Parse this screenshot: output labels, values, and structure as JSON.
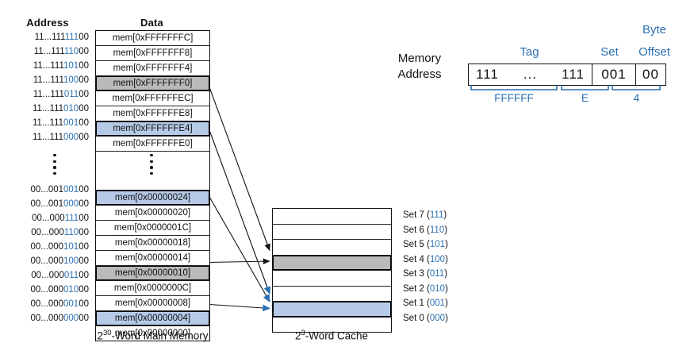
{
  "colors": {
    "accent_blue": "#2b70b4",
    "row_blue": "#b6c9e7",
    "row_gray": "#bababa"
  },
  "headers": {
    "address": "Address",
    "data": "Data"
  },
  "memory": {
    "caption_base": "2",
    "caption_exp": "30",
    "caption_rest": "-Word Main Memory",
    "rows": [
      {
        "pre": "11...111",
        "set": "111",
        "off": "00",
        "data": "mem[0xFFFFFFFC]",
        "hl": ""
      },
      {
        "pre": "11...111",
        "set": "110",
        "off": "00",
        "data": "mem[0xFFFFFFF8]",
        "hl": ""
      },
      {
        "pre": "11...111",
        "set": "101",
        "off": "00",
        "data": "mem[0xFFFFFFF4]",
        "hl": ""
      },
      {
        "pre": "11...111",
        "set": "100",
        "off": "00",
        "data": "mem[0xFFFFFFF0]",
        "hl": "gray"
      },
      {
        "pre": "11...111",
        "set": "011",
        "off": "00",
        "data": "mem[0xFFFFFFEC]",
        "hl": ""
      },
      {
        "pre": "11...111",
        "set": "010",
        "off": "00",
        "data": "mem[0xFFFFFFE8]",
        "hl": ""
      },
      {
        "pre": "11...111",
        "set": "001",
        "off": "00",
        "data": "mem[0xFFFFFFE4]",
        "hl": "blue"
      },
      {
        "pre": "11...111",
        "set": "000",
        "off": "00",
        "data": "mem[0xFFFFFFE0]",
        "hl": ""
      },
      {
        "pre": "00...001",
        "set": "001",
        "off": "00",
        "data": "mem[0x00000024]",
        "hl": "blue"
      },
      {
        "pre": "00...001",
        "set": "000",
        "off": "00",
        "data": "mem[0x00000020]",
        "hl": ""
      },
      {
        "pre": "00...000",
        "set": "111",
        "off": "00",
        "data": "mem[0x0000001C]",
        "hl": ""
      },
      {
        "pre": "00...000",
        "set": "110",
        "off": "00",
        "data": "mem[0x00000018]",
        "hl": ""
      },
      {
        "pre": "00...000",
        "set": "101",
        "off": "00",
        "data": "mem[0x00000014]",
        "hl": ""
      },
      {
        "pre": "00...000",
        "set": "100",
        "off": "00",
        "data": "mem[0x00000010]",
        "hl": "gray"
      },
      {
        "pre": "00...000",
        "set": "011",
        "off": "00",
        "data": "mem[0x0000000C]",
        "hl": ""
      },
      {
        "pre": "00...000",
        "set": "010",
        "off": "00",
        "data": "mem[0x00000008]",
        "hl": ""
      },
      {
        "pre": "00...000",
        "set": "001",
        "off": "00",
        "data": "mem[0x00000004]",
        "hl": "blue"
      },
      {
        "pre": "00...000",
        "set": "000",
        "off": "00",
        "data": "mem[0x00000000]",
        "hl": ""
      }
    ]
  },
  "cache": {
    "caption_base": "2",
    "caption_exp": "3",
    "caption_rest": "-Word Cache",
    "sets": [
      {
        "prefix": "Set 7 (",
        "bits": "111",
        "suffix": ")",
        "hl": ""
      },
      {
        "prefix": "Set 6 (",
        "bits": "110",
        "suffix": ")",
        "hl": ""
      },
      {
        "prefix": "Set 5 (",
        "bits": "101",
        "suffix": ")",
        "hl": ""
      },
      {
        "prefix": "Set 4 (",
        "bits": "100",
        "suffix": ")",
        "hl": "gray"
      },
      {
        "prefix": "Set 3 (",
        "bits": "011",
        "suffix": ")",
        "hl": ""
      },
      {
        "prefix": "Set 2 (",
        "bits": "010",
        "suffix": ")",
        "hl": ""
      },
      {
        "prefix": "Set 1 (",
        "bits": "001",
        "suffix": ")",
        "hl": "blue"
      },
      {
        "prefix": "Set 0 (",
        "bits": "000",
        "suffix": ")",
        "hl": ""
      }
    ]
  },
  "address_breakdown": {
    "label_line1": "Memory",
    "label_line2": "Address",
    "byte_label": "Byte",
    "tag_label": "Tag",
    "set_label": "Set",
    "offset_label": "Offset",
    "tag_left": "111",
    "tag_dots": "...",
    "tag_right": "111",
    "set_value": "001",
    "offset_value": "00",
    "hex_tag": "FFFFFF",
    "hex_mid": "E",
    "hex_low": "4"
  }
}
